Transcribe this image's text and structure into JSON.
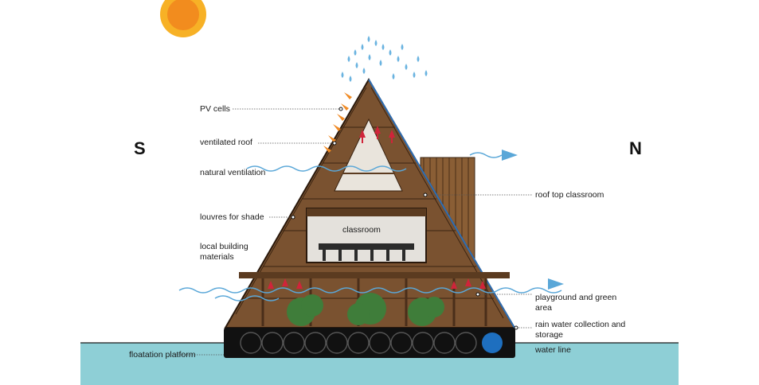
{
  "compass": {
    "south": "S",
    "north": "N"
  },
  "labels_left": {
    "pv_cells": "PV cells",
    "ventilated_roof": "ventilated roof",
    "natural_ventilation": "natural ventilation",
    "louvres": "louvres for shade",
    "local_materials_1": "local building",
    "local_materials_2": "materials",
    "floatation": "floatation platform"
  },
  "labels_right": {
    "roof_top_classroom": "roof top classroom",
    "playground_1": "playground and green",
    "playground_2": "area",
    "rainwater_1": "rain water collection and",
    "rainwater_2": "storage",
    "water_line": "water line"
  },
  "inner": {
    "classroom": "classroom"
  },
  "colors": {
    "water": "#8ecfd6",
    "sun": "#f5a623",
    "sun_core": "#f28c1e",
    "wood_dark": "#4a2e1a",
    "wood_mid": "#7a5230",
    "arrow_blue": "#5aa7d8",
    "arrow_red": "#d0243a",
    "solar_arrow": "#f08a24",
    "tree": "#3f7d3a",
    "tank": "#1e6fbf"
  }
}
